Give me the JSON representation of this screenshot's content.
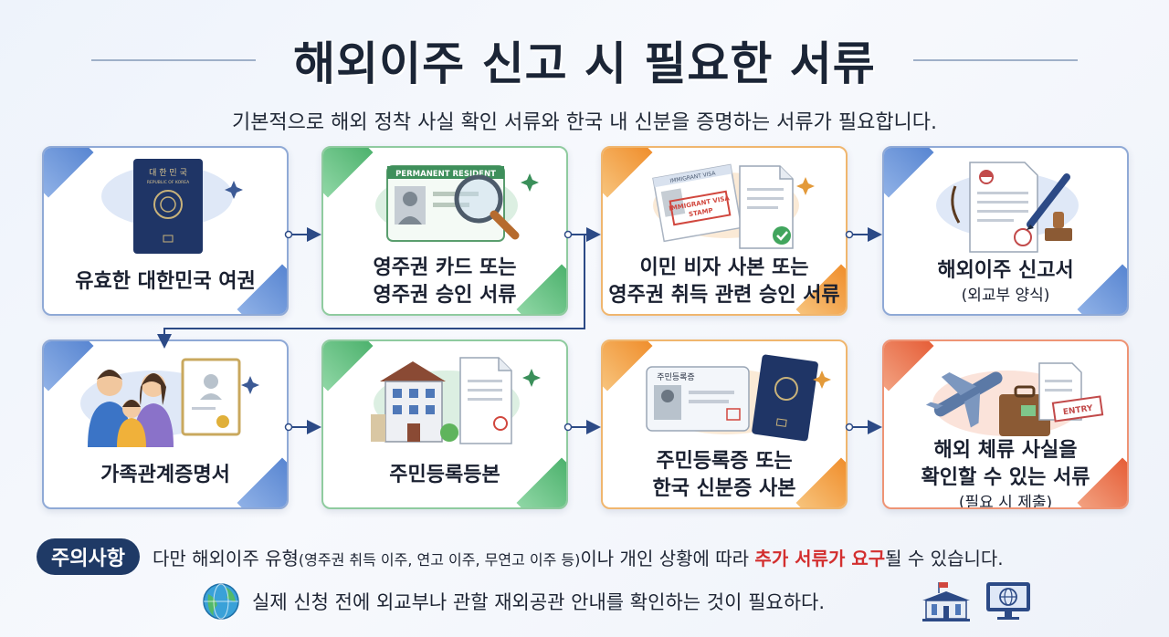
{
  "title": "해외이주 신고 시 필요한 서류",
  "subtitle": "기본적으로 해외 정착 사실 확인 서류와 한국 내 신분을 증명하는 서류가 필요합니다.",
  "cards": [
    {
      "label": "유효한 대한민국 여권",
      "sub": "",
      "color": "#5a87d2"
    },
    {
      "label": "영주권 카드 또는 영주권 승인 서류",
      "line1": "영주권 카드 또는",
      "line2": "영주권 승인 서류",
      "color": "#4fb36f"
    },
    {
      "line1": "이민 비자 사본 또는",
      "line2": "영주권 취득 관련 승인 서류",
      "color": "#f0902f"
    },
    {
      "line1": "해외이주 신고서",
      "sub": "(외교부 양식)",
      "color": "#5a87d2"
    },
    {
      "line1": "가족관계증명서",
      "color": "#5a87d2"
    },
    {
      "line1": "주민등록등본",
      "color": "#4fb36f"
    },
    {
      "line1": "주민등록증 또는",
      "line2": "한국 신분증 사본",
      "color": "#f0902f"
    },
    {
      "line1": "해외 체류 사실을",
      "line2": "확인할 수 있는 서류",
      "sub": "(필요 시 제출)",
      "color": "#e6603a"
    }
  ],
  "illus_text": {
    "passport_title": "대 한 민 국",
    "passport_sub": "REPUBLIC OF KOREA",
    "pr_card": "PERMANENT RESIDENT",
    "visa_tag": "IMMIGRANT VISA",
    "visa_stamp_1": "IMMIGRANT VISA",
    "visa_stamp_2": "STAMP",
    "id_card": "주민등록증",
    "entry": "ENTRY"
  },
  "notice": {
    "badge": "주의사항",
    "text_a": "다만 해외이주 유형",
    "text_paren": "(영주권 취득 이주, 연고 이주, 무연고 이주 등)",
    "text_b": "이나 개인 상황에 따라 ",
    "text_red": "추가 서류가 요구",
    "text_c": "될 수 있습니다."
  },
  "footer": {
    "text": "실제 신청 전에 외교부나 관할 재외공관 안내를 확인하는 것이 필요하다.",
    "icons": [
      "globe-icon",
      "building-icon",
      "monitor-globe-icon"
    ]
  }
}
